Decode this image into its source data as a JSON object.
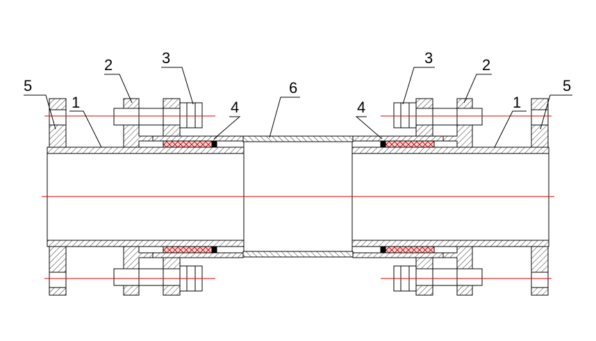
{
  "labels": {
    "left_flange": "5",
    "left_pipe": "1",
    "left_gland": "2",
    "left_bolt": "3",
    "left_seal": "4",
    "sleeve": "6",
    "right_bolt": "3",
    "right_gland": "2",
    "right_pipe": "1",
    "right_flange": "5",
    "right_seal": "4"
  },
  "colors": {
    "line": "#000000",
    "hatch": "#000000",
    "centerline": "#e00000",
    "packing": "#e00000",
    "seal_ring": "#000000"
  }
}
